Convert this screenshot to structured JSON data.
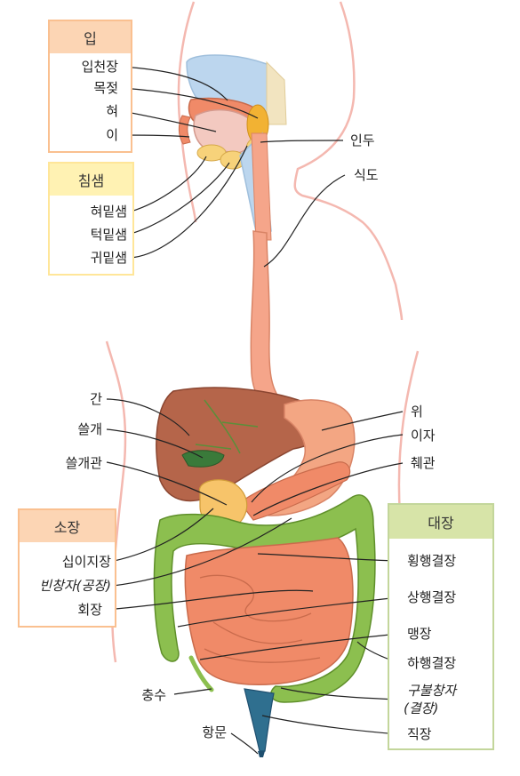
{
  "groups": {
    "mouth": {
      "title": "입",
      "header_color": "#fcd5b4",
      "border_color": "#fac090"
    },
    "salivary": {
      "title": "침샘",
      "header_color": "#fff2b3",
      "border_color": "#ffe699"
    },
    "small_intestine": {
      "title": "소장",
      "header_color": "#fcd5b4",
      "border_color": "#fac090"
    },
    "large_intestine": {
      "title": "대장",
      "header_color": "#d7e4a8",
      "border_color": "#c3d69b"
    }
  },
  "labels": {
    "palate": "입천장",
    "uvula": "목젖",
    "tongue": "혀",
    "teeth": "이",
    "pharynx": "인두",
    "esophagus": "식도",
    "sublingual": "혀밑샘",
    "submandibular": "턱밑샘",
    "parotid": "귀밑샘",
    "liver": "간",
    "gallbladder": "쓸개",
    "bile_duct": "쓸개관",
    "stomach": "위",
    "pancreas": "이자",
    "pancreatic_duct": "췌관",
    "duodenum": "십이지장",
    "jejunum": "빈창자(공장)",
    "ileum": "회장",
    "transverse_colon": "횡행결장",
    "ascending_colon": "상행결장",
    "cecum": "맹장",
    "descending_colon": "하행결장",
    "sigmoid_colon_1": "구불창자",
    "sigmoid_colon_2": "(결장)",
    "appendix": "충수",
    "rectum": "직장",
    "anus": "항문"
  },
  "colors": {
    "skin_outline": "#f4b8b0",
    "liver": "#b5654a",
    "stomach": "#f3a683",
    "small_intestine": "#f08a68",
    "large_intestine": "#8cbf4f",
    "esophagus": "#f5a58a",
    "nasal": "#bcd6ee",
    "rectum": "#2f6f8f",
    "leader": "#222222"
  }
}
